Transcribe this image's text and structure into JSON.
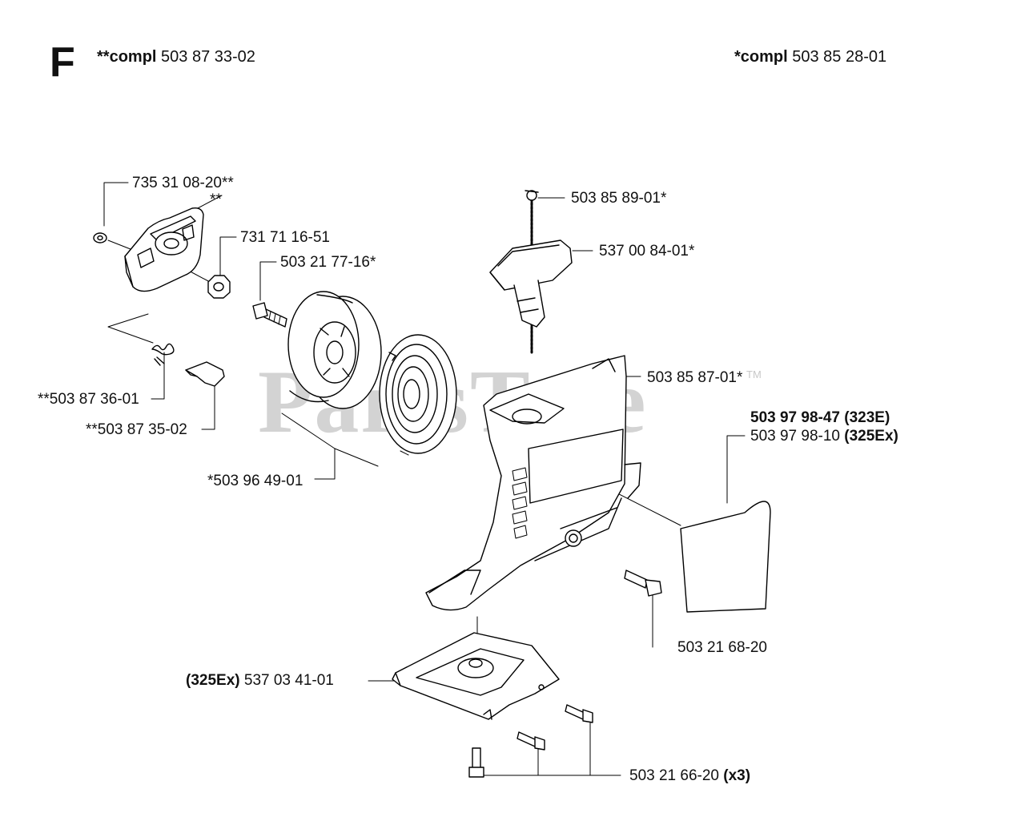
{
  "section_letter": "F",
  "compl_left": {
    "prefix": "**compl",
    "number": "503 87 33-02"
  },
  "compl_right": {
    "prefix": "*compl",
    "number": "503 85 28-01"
  },
  "watermark": {
    "text": "PartsTree",
    "tm": "TM"
  },
  "labels": {
    "p_735310820": "735 31 08-20**",
    "p_double_star": "**",
    "p_731711651": "731 71 16-51",
    "p_503217716": "503 21 77-16*",
    "p_503873601": "**503 87 36-01",
    "p_503873502": "**503 87 35-02",
    "p_503964901": "*503 96 49-01",
    "p_503858901": "503 85 89-01*",
    "p_537008401": "537 00 84-01*",
    "p_503858701": "503 85 87-01*",
    "p_503979847_num": "503 97 98-47",
    "p_503979847_var": "(323E)",
    "p_503979810_num": "503 97 98-10",
    "p_503979810_var": "(325Ex)",
    "p_503216820": "503 21 68-20",
    "p_537034101_var": "(325Ex)",
    "p_537034101_num": "537 03 41-01",
    "p_503216620_num": "503 21 66-20",
    "p_503216620_qty": "(x3)"
  }
}
